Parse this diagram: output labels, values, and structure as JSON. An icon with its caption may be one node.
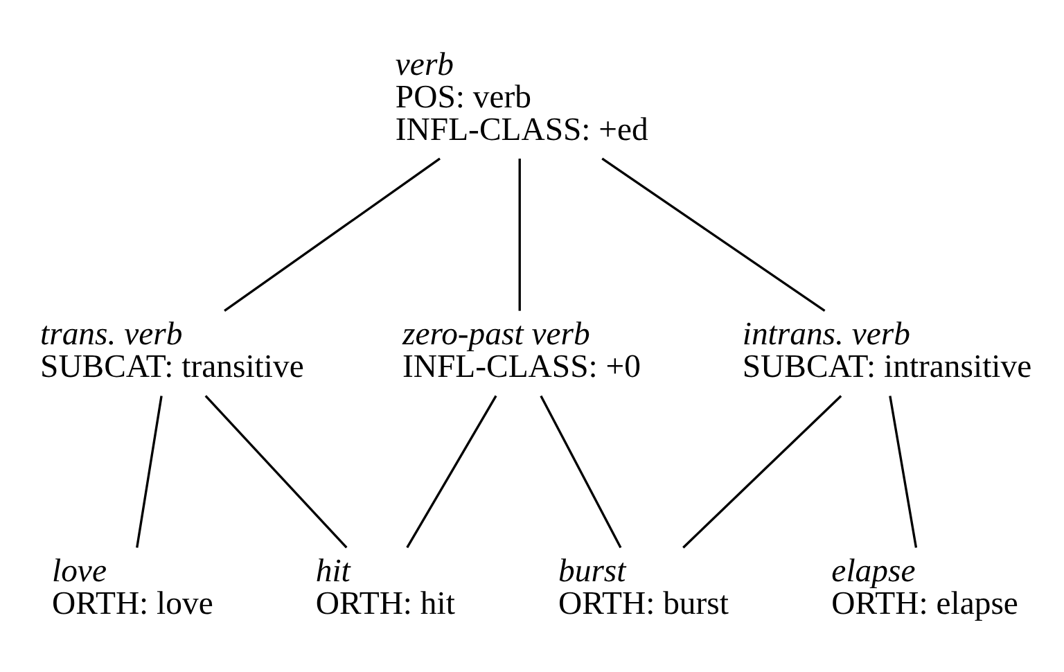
{
  "diagram": {
    "nodes": [
      {
        "text": [
          "verb",
          "POS: verb",
          "INFL-CLASS: +ed"
        ]
      },
      {
        "text": [
          "trans. verb",
          "SUBCAT: transitive"
        ]
      },
      {
        "text": [
          "intrans. verb",
          "SUBCAT: intransitive"
        ]
      },
      {
        "text": [
          "zero-past verb",
          "INFL-CLASS: +0"
        ]
      },
      {
        "text": [
          "love",
          "ORTH: love"
        ]
      },
      {
        "text": [
          "elapse",
          "ORTH: elapse"
        ]
      },
      {
        "text": [
          "hit",
          "ORTH: hit"
        ]
      },
      {
        "text": [
          "burst",
          "ORTH: burst"
        ]
      }
    ],
    "edges": [
      {
        "from": 0,
        "to": 1,
        "arrow": "none"
      },
      {
        "from": 0,
        "to": 2,
        "arrow": "none"
      },
      {
        "from": 0,
        "to": 3,
        "arrow": "none"
      },
      {
        "from": 1,
        "to": 4,
        "arrow": "none"
      },
      {
        "from": 1,
        "to": 6,
        "arrow": "none"
      },
      {
        "from": 2,
        "to": 5,
        "arrow": "none"
      },
      {
        "from": 2,
        "to": 7,
        "arrow": "none"
      },
      {
        "from": 3,
        "to": 6,
        "arrow": "none"
      },
      {
        "from": 3,
        "to": 7,
        "arrow": "none"
      }
    ]
  }
}
